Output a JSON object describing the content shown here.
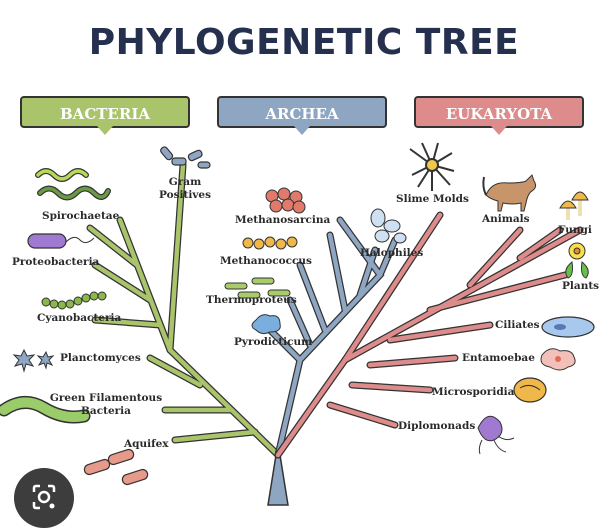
{
  "title": "PHYLOGENETIC TREE",
  "domains": {
    "bacteria": {
      "label": "BACTERIA",
      "color": "#a9c46a"
    },
    "archea": {
      "label": "ARCHEA",
      "color": "#8ea6c2"
    },
    "eukaryota": {
      "label": "EUKARYOTA",
      "color": "#de8b8b"
    }
  },
  "bacteria_groups": {
    "spirochaetae": "Spirochaetae",
    "gram_positives_line1": "Gram",
    "gram_positives_line2": "Positives",
    "proteobacteria": "Proteobacteria",
    "cyanobacteria": "Cyanobacteria",
    "planctomyces": "Planctomyces",
    "green_filamentous_line1": "Green Filamentous",
    "green_filamentous_line2": "Bacteria",
    "aquifex": "Aquifex"
  },
  "archea_groups": {
    "methanosarcina": "Methanosarcina",
    "methanococcus": "Methanococcus",
    "halophiles": "Halophiles",
    "thermoproteus": "Thermoproteus",
    "pyrodicticum": "Pyrodicticum"
  },
  "eukaryota_groups": {
    "slime_molds": "Slime Molds",
    "animals": "Animals",
    "fungi": "Fungi",
    "plants": "Plants",
    "ciliates": "Ciliates",
    "entamoebae": "Entamoebae",
    "microsporidia": "Microsporidia",
    "diplomonads": "Diplomonads"
  }
}
